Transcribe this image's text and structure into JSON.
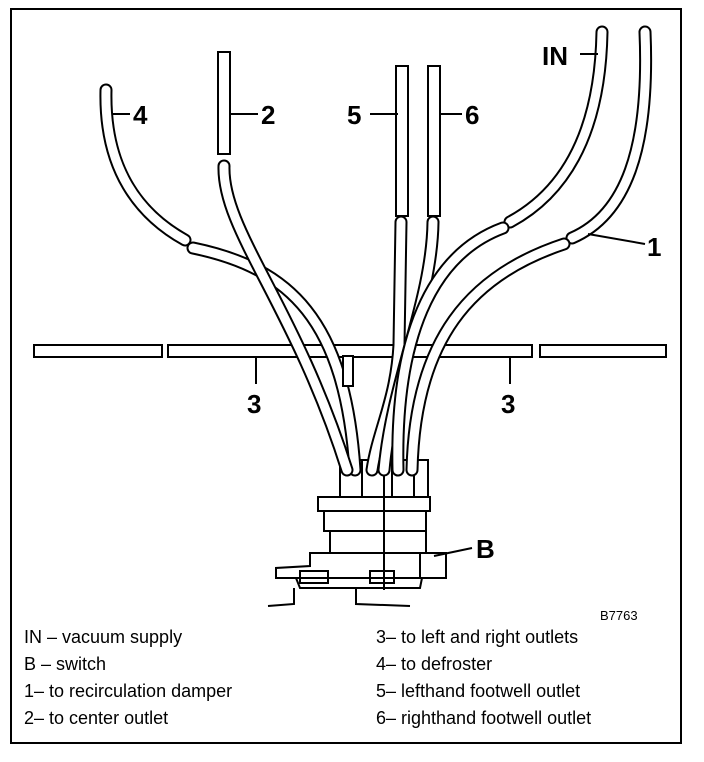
{
  "callouts": {
    "in": "IN",
    "one": "1",
    "two": "2",
    "three_left": "3",
    "three_right": "3",
    "four": "4",
    "five": "5",
    "six": "6",
    "b": "B"
  },
  "figure_code": "B7763",
  "legend": {
    "left": [
      "IN – vacuum supply",
      "B – switch",
      "1– to recirculation damper",
      "2– to center outlet"
    ],
    "right": [
      "3– to left and right outlets",
      "4– to defroster",
      "5– lefthand footwell outlet",
      "6– righthand footwell outlet"
    ]
  }
}
